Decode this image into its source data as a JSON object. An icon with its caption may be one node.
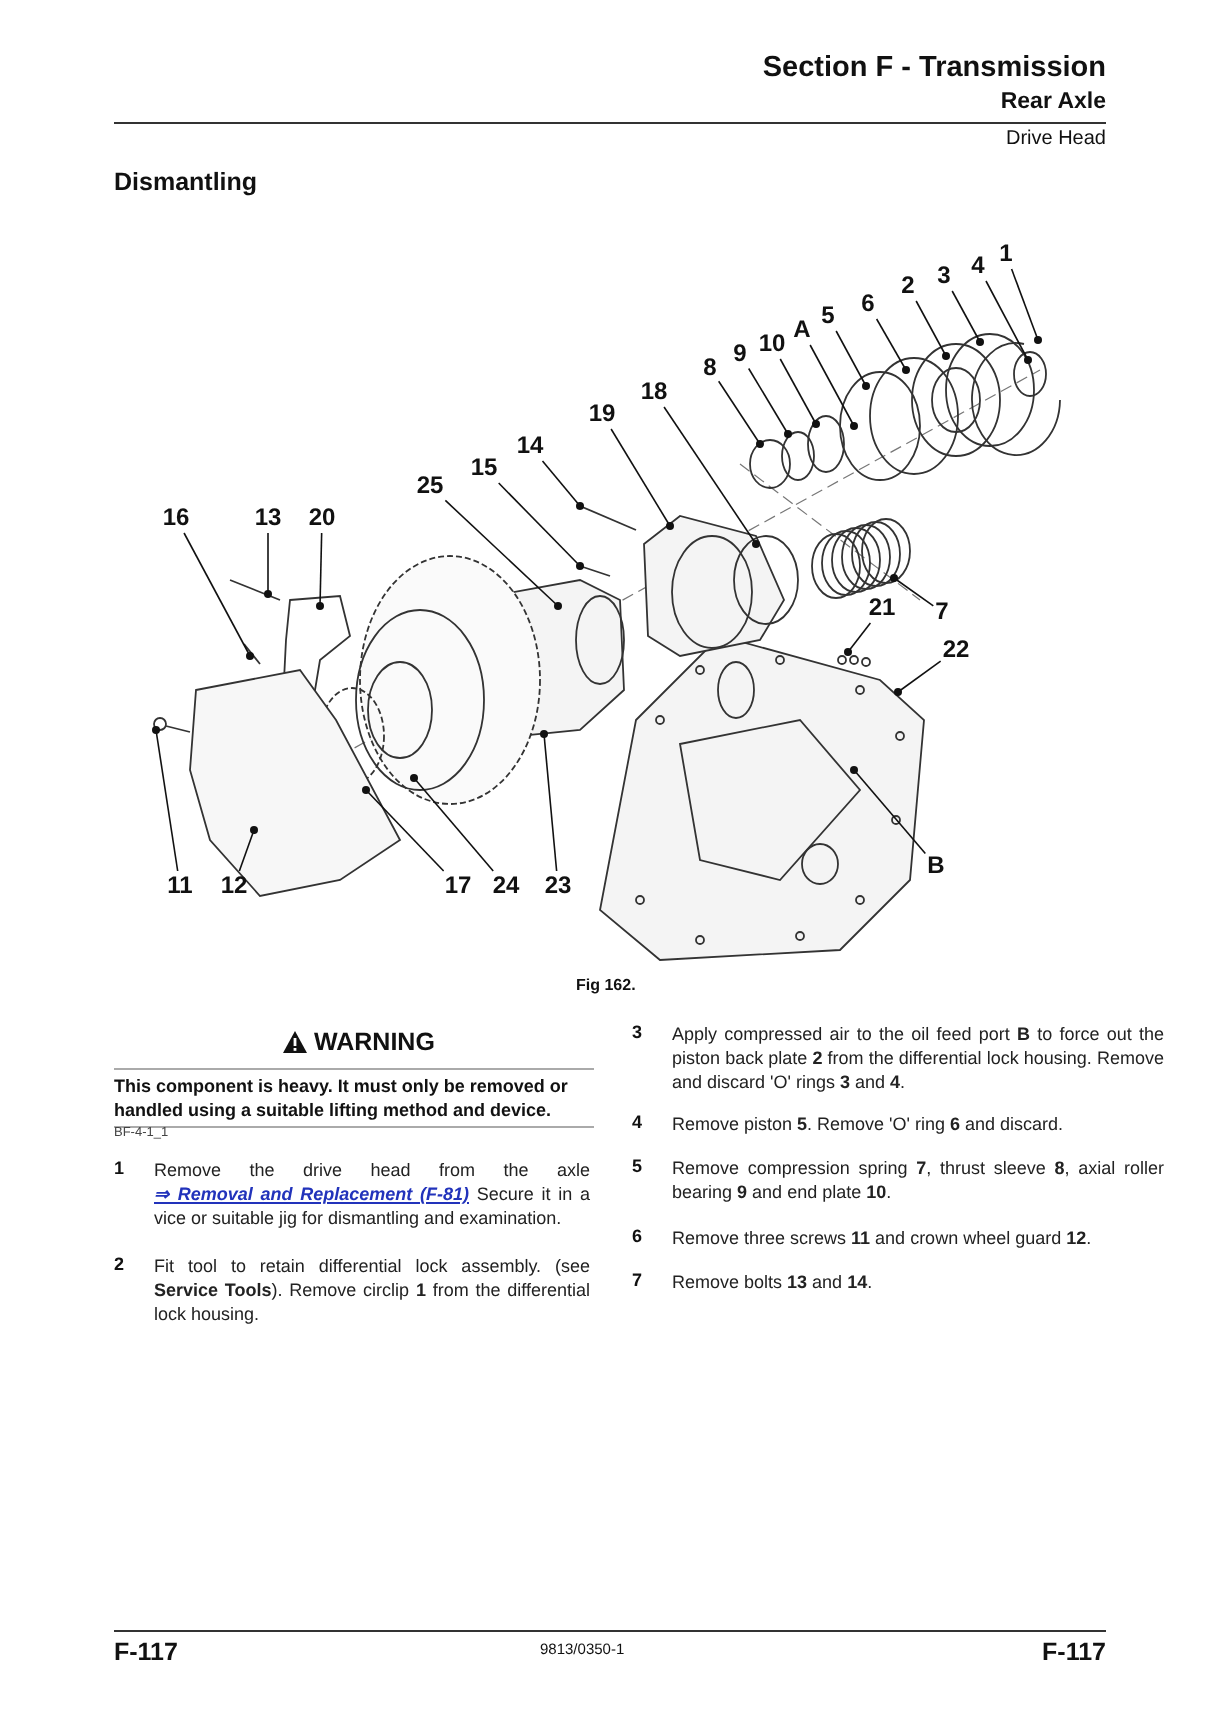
{
  "diagram": {
    "title": "Section F - Transmission",
    "caption": "Fig 162.",
    "nodes": [
      {
        "text": [
          "1"
        ]
      },
      {
        "text": [
          "4"
        ]
      },
      {
        "text": [
          "3"
        ]
      },
      {
        "text": [
          "2"
        ]
      },
      {
        "text": [
          "6"
        ]
      },
      {
        "text": [
          "5"
        ]
      },
      {
        "text": [
          "A"
        ]
      },
      {
        "text": [
          "10"
        ]
      },
      {
        "text": [
          "9"
        ]
      },
      {
        "text": [
          "8"
        ]
      },
      {
        "text": [
          "18"
        ]
      },
      {
        "text": [
          "19"
        ]
      },
      {
        "text": [
          "14"
        ]
      },
      {
        "text": [
          "15"
        ]
      },
      {
        "text": [
          "25"
        ]
      },
      {
        "text": [
          "16"
        ]
      },
      {
        "text": [
          "13"
        ]
      },
      {
        "text": [
          "20"
        ]
      },
      {
        "text": [
          "7"
        ]
      },
      {
        "text": [
          "21"
        ]
      },
      {
        "text": [
          "22"
        ]
      },
      {
        "text": [
          "B"
        ]
      },
      {
        "text": [
          "11"
        ]
      },
      {
        "text": [
          "12"
        ]
      },
      {
        "text": [
          "17"
        ]
      },
      {
        "text": [
          "24"
        ]
      },
      {
        "text": [
          "23"
        ]
      }
    ],
    "edges": [
      {
        "from": 0,
        "to": null,
        "arrow": "other"
      },
      {
        "from": 1,
        "to": null,
        "arrow": "other"
      },
      {
        "from": 2,
        "to": null,
        "arrow": "other"
      },
      {
        "from": 3,
        "to": null,
        "arrow": "other"
      },
      {
        "from": 4,
        "to": null,
        "arrow": "other"
      },
      {
        "from": 5,
        "to": null,
        "arrow": "other"
      },
      {
        "from": 6,
        "to": null,
        "arrow": "other"
      },
      {
        "from": 7,
        "to": null,
        "arrow": "other"
      },
      {
        "from": 8,
        "to": null,
        "arrow": "other"
      },
      {
        "from": 9,
        "to": null,
        "arrow": "other"
      },
      {
        "from": 10,
        "to": null,
        "arrow": "other"
      },
      {
        "from": 11,
        "to": null,
        "arrow": "other"
      },
      {
        "from": 12,
        "to": null,
        "arrow": "other"
      },
      {
        "from": 13,
        "to": null,
        "arrow": "other"
      },
      {
        "from": 14,
        "to": null,
        "arrow": "other"
      },
      {
        "from": 15,
        "to": null,
        "arrow": "other"
      },
      {
        "from": 16,
        "to": null,
        "arrow": "other"
      },
      {
        "from": 17,
        "to": null,
        "arrow": "other"
      },
      {
        "from": 18,
        "to": null,
        "arrow": "other"
      },
      {
        "from": 19,
        "to": null,
        "arrow": "other"
      },
      {
        "from": 20,
        "to": null,
        "arrow": "other"
      },
      {
        "from": 21,
        "to": null,
        "arrow": "other"
      },
      {
        "from": 22,
        "to": null,
        "arrow": "other"
      },
      {
        "from": 23,
        "to": null,
        "arrow": "other"
      },
      {
        "from": 24,
        "to": null,
        "arrow": "other"
      },
      {
        "from": 25,
        "to": null,
        "arrow": "other"
      },
      {
        "from": 26,
        "to": null,
        "arrow": "other"
      }
    ],
    "labels": [
      "Rear Axle",
      "Drive Head",
      "Dismantling",
      "WARNING",
      "This component is heavy. It must only be removed or handled using a suitable lifting method and device.",
      "BF-4-1_1",
      "1",
      "Remove the drive head from the axle",
      "⇒ Removal and Replacement (F-81)",
      "Secure it in a vice or suitable jig for dismantling and examination.",
      "2",
      "Fit tool to retain differential lock assembly. (see **Service Tools**). Remove circlip **1** from the differential lock housing.",
      "3",
      "Apply compressed air to the oil feed port **B** to force out the piston back plate **2** from the differential lock housing. Remove and discard 'O' rings **3** and **4**.",
      "4",
      "Remove piston **5**. Remove 'O' ring **6** and discard.",
      "5",
      "Remove compression spring **7**, thrust sleeve **8**, axial roller bearing **9** and end plate **10**.",
      "6",
      "Remove three screws **11** and crown wheel guard **12**.",
      "7",
      "Remove bolts **13** and **14**.",
      "F-117",
      "9813/0350-1",
      "F-117"
    ]
  }
}
